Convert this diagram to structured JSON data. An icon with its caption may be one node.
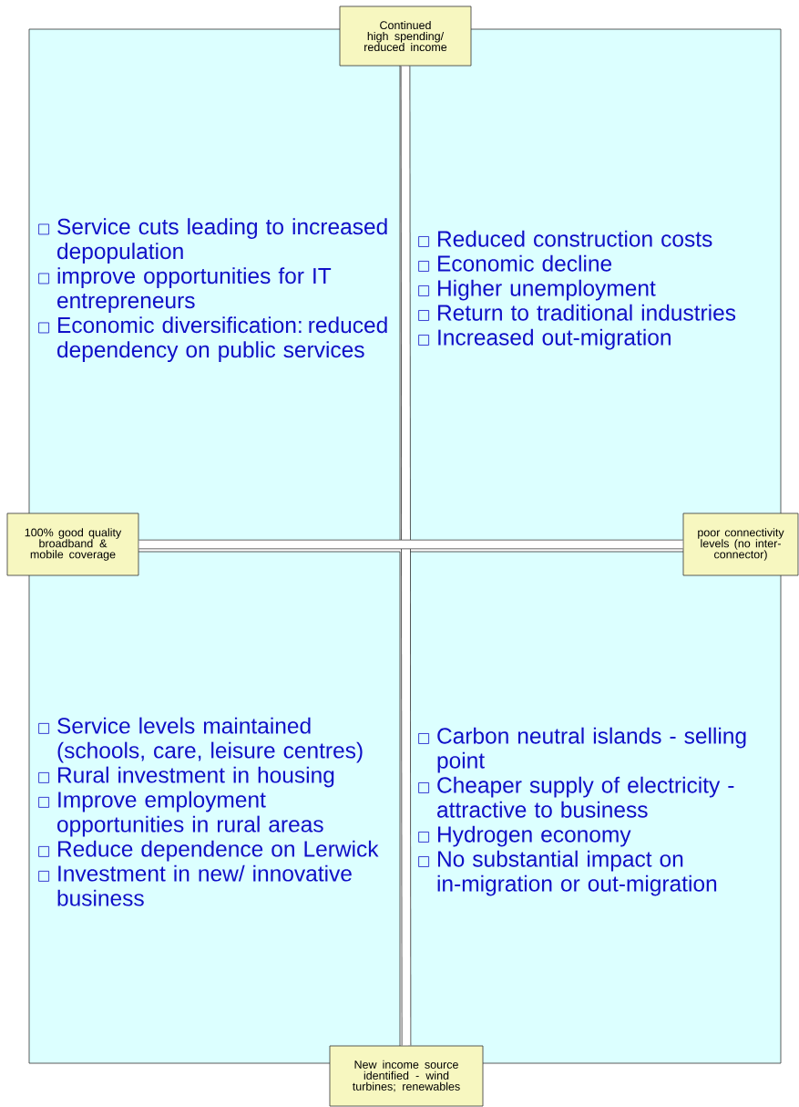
{
  "diagram": {
    "nodes": [
      {
        "text": [
          "Continued high spending/ reduced income"
        ]
      },
      {
        "text": [
          "Service cuts leading to increased depopulation",
          "improve opportunities for IT entrepreneurs",
          "Economic diversification: reduced dependency on public services"
        ]
      },
      {
        "text": [
          "Reduced construction costs",
          "Economic decline",
          "Higher unemployment",
          "Return to traditional industries",
          "Increased out-migration"
        ]
      },
      {
        "text": [
          "100% good quality broadband & mobile coverage"
        ]
      },
      {
        "text": [
          "poor connectivity levels (no inter-connector)"
        ]
      },
      {
        "text": [
          "Service levels maintained (schools, care, leisure centres)",
          "Rural investment in housing",
          "Improve employment opportunities in rural areas",
          "Reduce dependence on Lerwick",
          "Investment in new/ innovative business"
        ]
      },
      {
        "text": [
          "Carbon neutral islands - selling point",
          "Cheaper supply of electricity - attractive to business",
          "Hydrogen economy",
          "No substantial impact on in-migration or out-migration"
        ]
      },
      {
        "text": [
          "New income source identified - wind turbines; renewables"
        ]
      }
    ],
    "edges": [
      {
        "from": 0,
        "to": 7,
        "arrow": "none"
      },
      {
        "from": 3,
        "to": 4,
        "arrow": "none"
      }
    ]
  }
}
